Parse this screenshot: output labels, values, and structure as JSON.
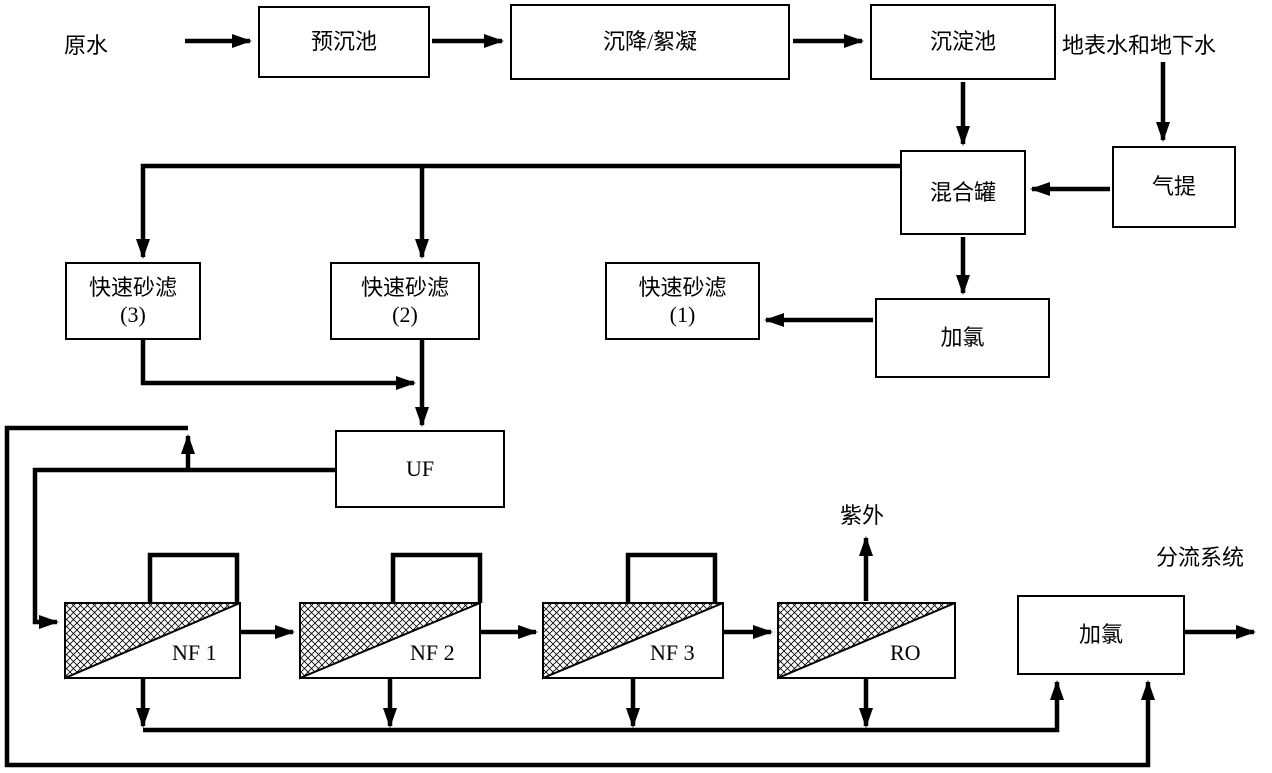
{
  "diagram": {
    "labels": {
      "raw_water": "原水",
      "surface_and_ground_water": "地表水和地下水",
      "uv": "紫外",
      "split_system": "分流系统"
    },
    "nodes": {
      "pre_sedimentation": "预沉池",
      "flocculation": "沉降/絮凝",
      "sedimentation": "沉淀池",
      "air_stripping": "气提",
      "mixing_tank": "混合罐",
      "rsf3": {
        "label": "快速砂滤",
        "num": "(3)"
      },
      "rsf2": {
        "label": "快速砂滤",
        "num": "(2)"
      },
      "rsf1": {
        "label": "快速砂滤",
        "num": "(1)"
      },
      "chlorination_top": "加氯",
      "uf": "UF",
      "nf1": "NF 1",
      "nf2": "NF 2",
      "nf3": "NF 3",
      "ro": "RO",
      "chlorination_bottom": "加氯"
    },
    "colors": {
      "line": "#000000",
      "box_fill": "#ffffff",
      "background": "#ffffff"
    }
  }
}
